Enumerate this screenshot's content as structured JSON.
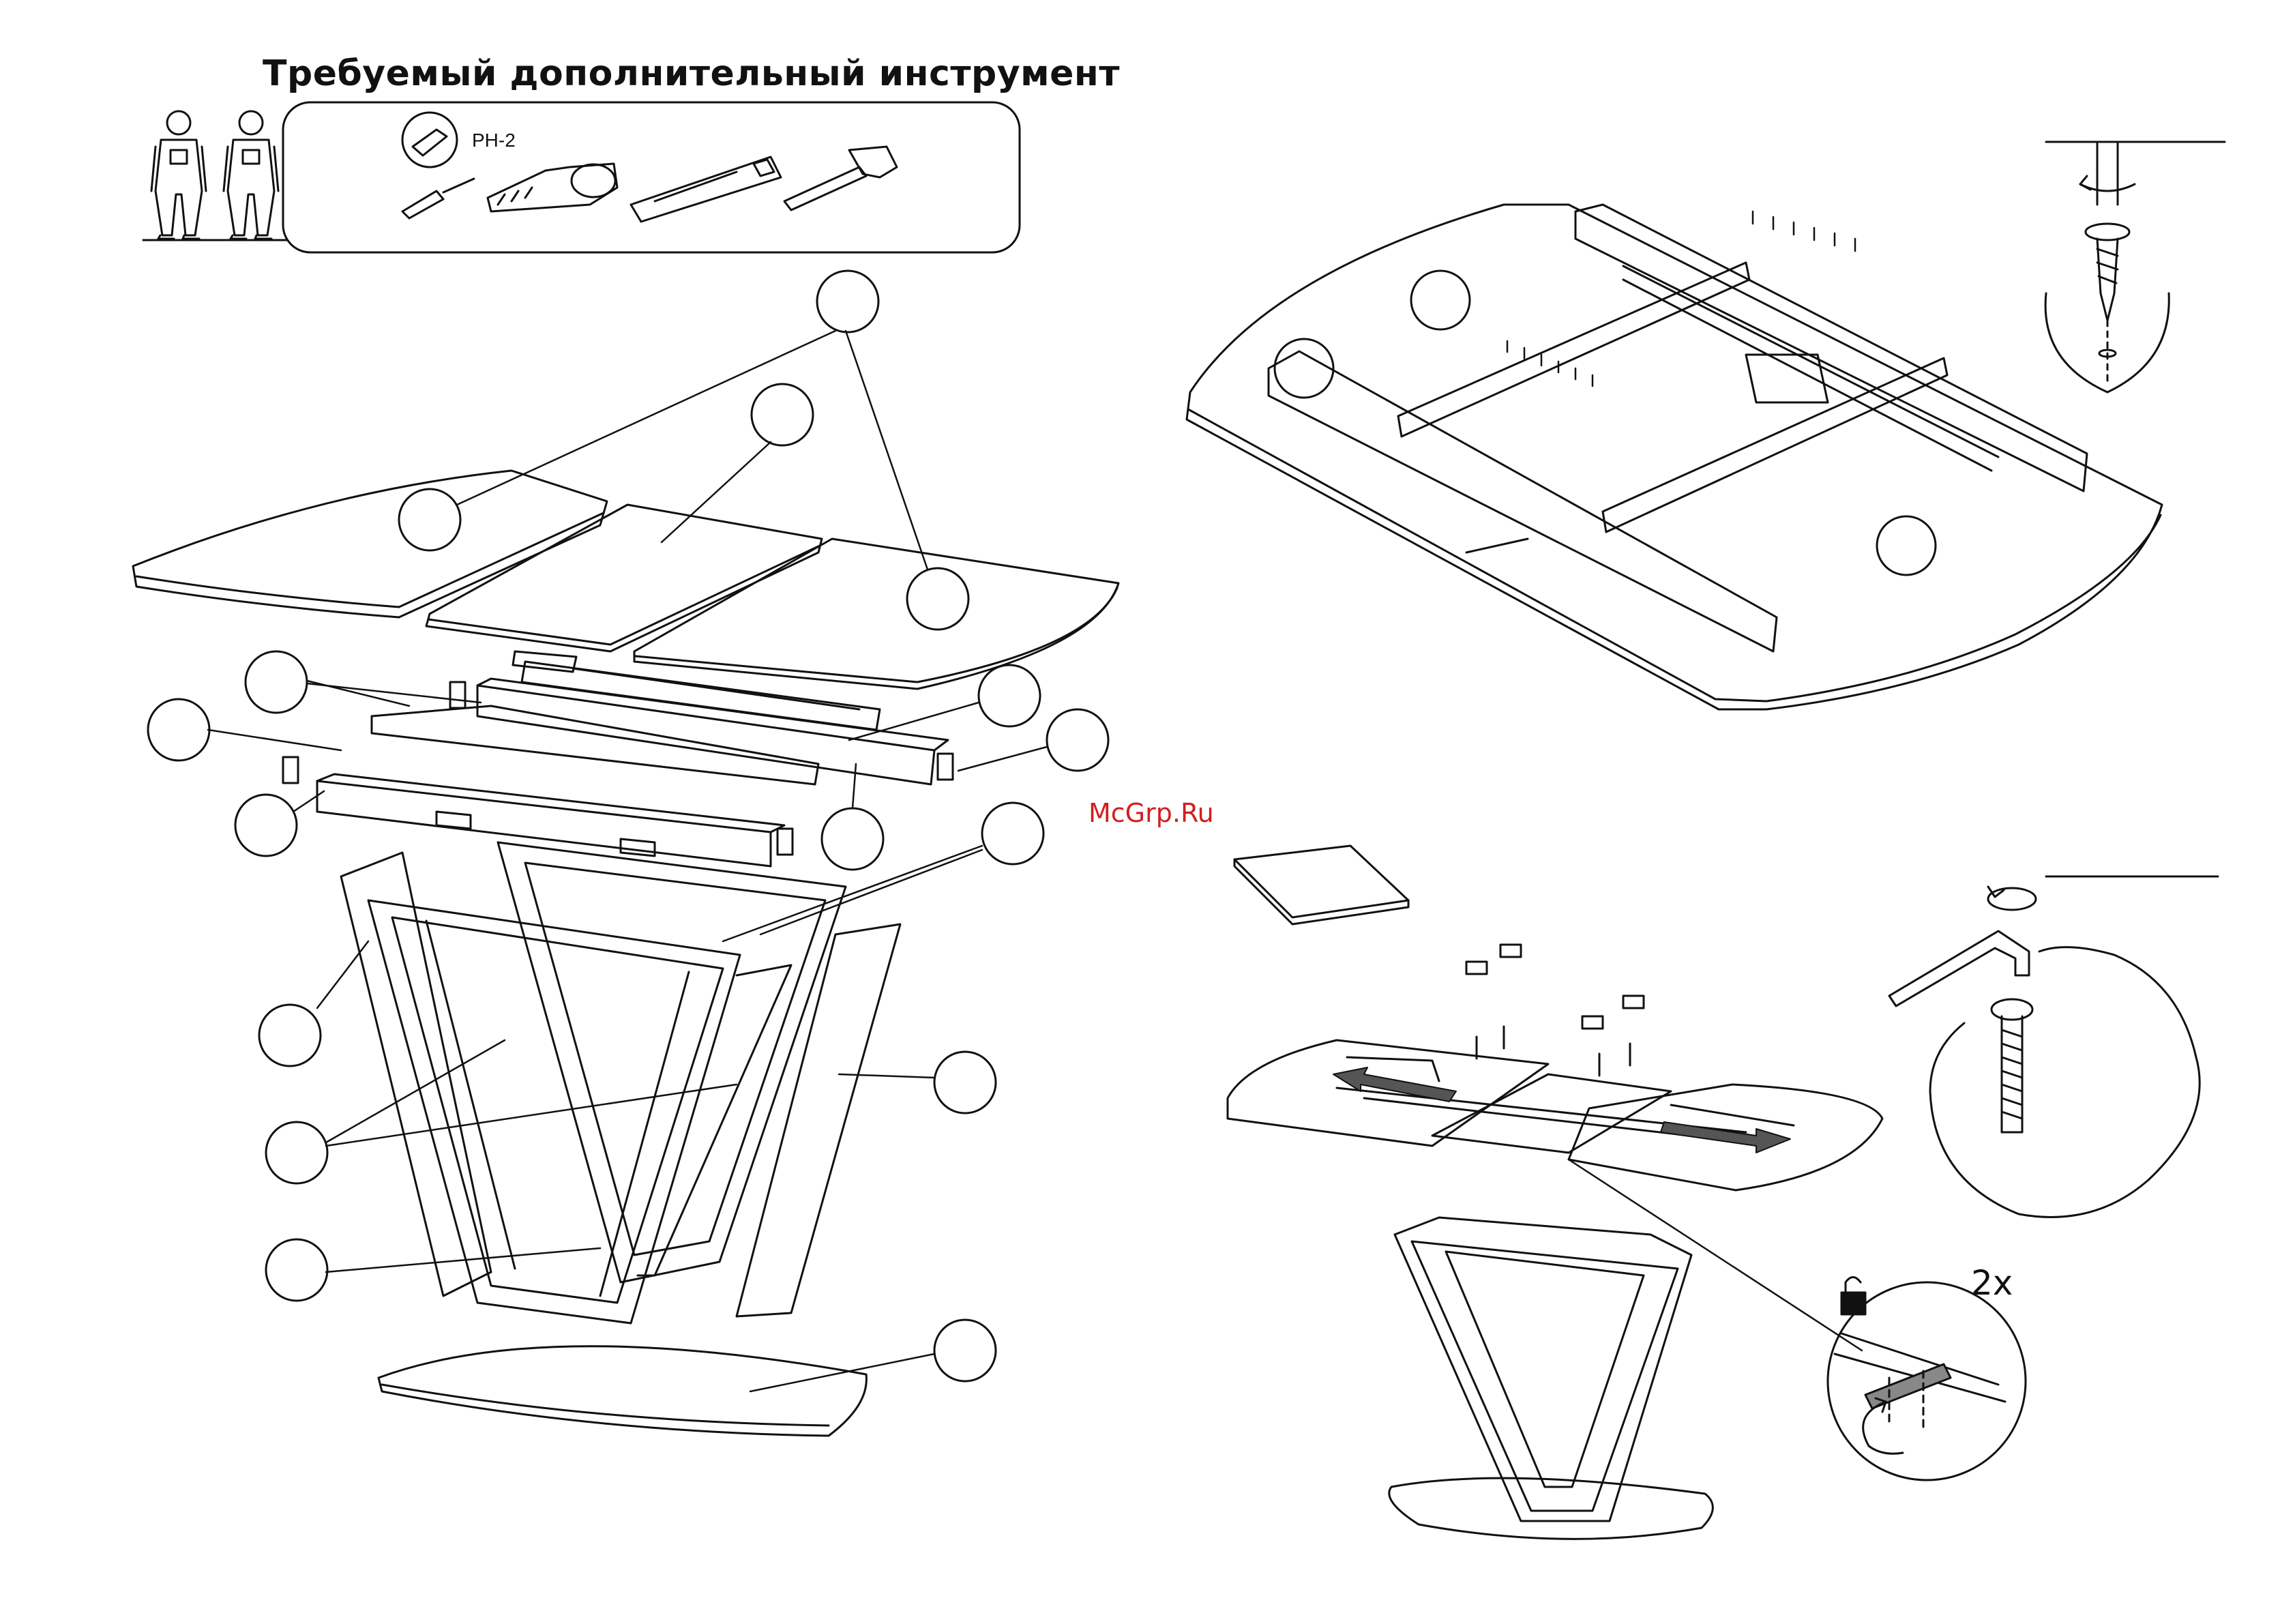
{
  "page": {
    "title": "Требуемый дополнительный инструмент",
    "tool_label": "PH-2",
    "watermark": "McGrp.Ru",
    "quantity_label": "2x"
  },
  "icons": [
    "worker-figure-icon",
    "screwdriver-icon",
    "tape-measure-icon",
    "utility-knife-icon",
    "hammer-icon",
    "allen-key-icon",
    "screw-icon",
    "bolt-icon",
    "lock-icon",
    "rotation-arrow-icon"
  ],
  "colors": {
    "line": "#111111",
    "watermark": "#d11f1f"
  }
}
